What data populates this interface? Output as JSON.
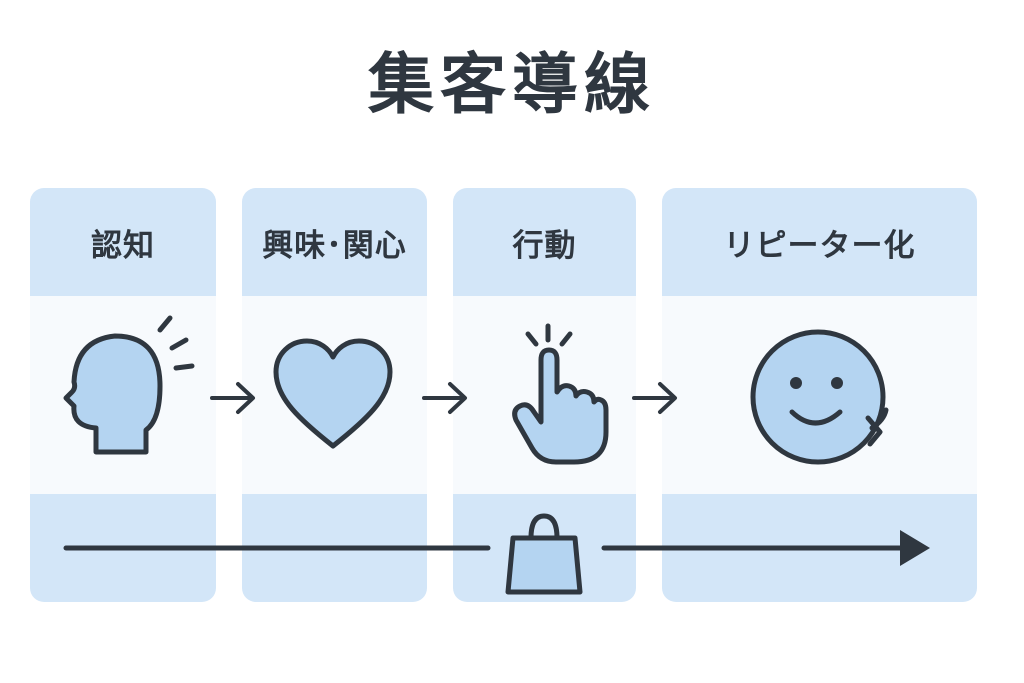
{
  "title": "集客導線",
  "stages": [
    {
      "label": "認知",
      "icon": "head-idea-icon"
    },
    {
      "label": "興味･関心",
      "icon": "heart-icon"
    },
    {
      "label": "行動",
      "icon": "tap-hand-icon"
    },
    {
      "label": "リピーター化",
      "icon": "smiley-return-icon"
    }
  ],
  "colors": {
    "panel": "#d3e6f8",
    "icon_fill": "#b4d4f1",
    "stroke": "#2f3740"
  }
}
